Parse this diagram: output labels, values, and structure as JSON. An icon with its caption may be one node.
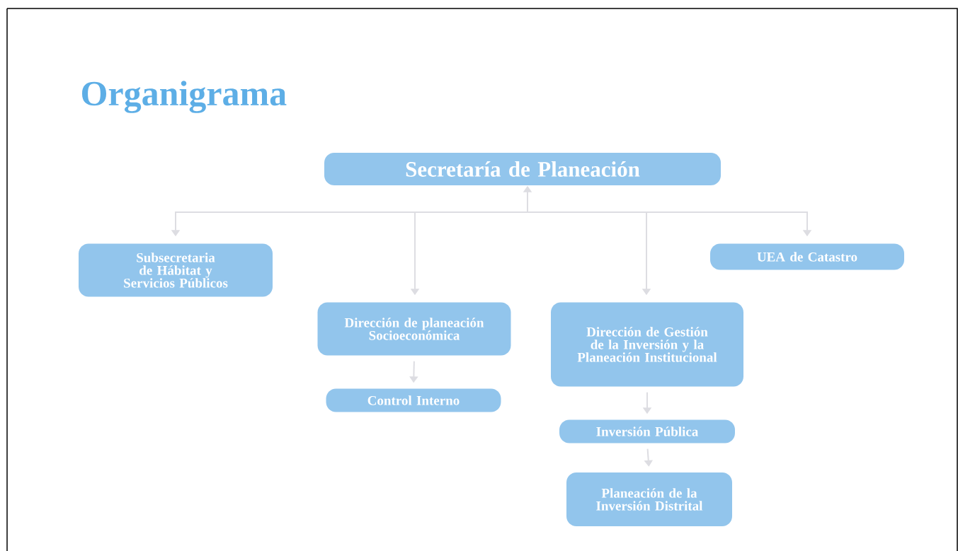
{
  "diagram": {
    "title": "Organigrama",
    "nodes": [
      {
        "text": [
          "Secretaría de Planeación"
        ]
      },
      {
        "text": [
          "Subsecretaria de Hábitat y Servicios Públicos"
        ]
      },
      {
        "text": [
          "Dirección de planeación Socioeconómica"
        ]
      },
      {
        "text": [
          "Dirección de Gestión de la Inversión y la Planeación Institucional"
        ]
      },
      {
        "text": [
          "UEA de Catastro"
        ]
      },
      {
        "text": [
          "Control Interno"
        ]
      },
      {
        "text": [
          "Inversión Pública"
        ]
      },
      {
        "text": [
          "Planeación de la Inversión Distrital"
        ]
      }
    ],
    "edges": [
      {
        "from": 0,
        "to": 1,
        "arrow": "both"
      },
      {
        "from": 0,
        "to": 2,
        "arrow": "both"
      },
      {
        "from": 0,
        "to": 3,
        "arrow": "both"
      },
      {
        "from": 0,
        "to": 4,
        "arrow": "both"
      },
      {
        "from": 2,
        "to": 5,
        "arrow": "to"
      },
      {
        "from": 3,
        "to": 6,
        "arrow": "to"
      },
      {
        "from": 6,
        "to": 7,
        "arrow": "to"
      }
    ]
  }
}
